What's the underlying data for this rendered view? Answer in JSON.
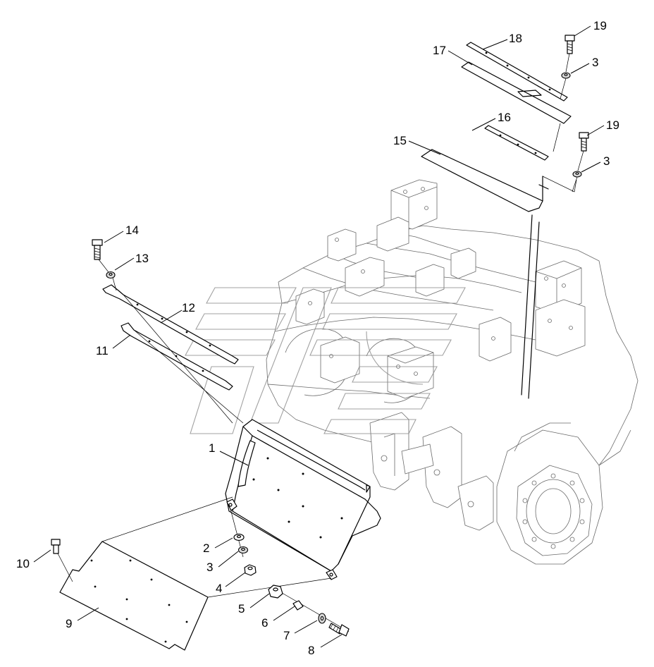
{
  "callouts": [
    {
      "id": "c1",
      "label": "1"
    },
    {
      "id": "c2",
      "label": "2"
    },
    {
      "id": "c3a",
      "label": "3"
    },
    {
      "id": "c3b",
      "label": "3"
    },
    {
      "id": "c3c",
      "label": "3"
    },
    {
      "id": "c4",
      "label": "4"
    },
    {
      "id": "c5",
      "label": "5"
    },
    {
      "id": "c6",
      "label": "6"
    },
    {
      "id": "c7",
      "label": "7"
    },
    {
      "id": "c8",
      "label": "8"
    },
    {
      "id": "c9",
      "label": "9"
    },
    {
      "id": "c10",
      "label": "10"
    },
    {
      "id": "c11",
      "label": "11"
    },
    {
      "id": "c12",
      "label": "12"
    },
    {
      "id": "c13",
      "label": "13"
    },
    {
      "id": "c14",
      "label": "14"
    },
    {
      "id": "c15",
      "label": "15"
    },
    {
      "id": "c16",
      "label": "16"
    },
    {
      "id": "c17",
      "label": "17"
    },
    {
      "id": "c18",
      "label": "18"
    },
    {
      "id": "c19a",
      "label": "19"
    },
    {
      "id": "c19b",
      "label": "19"
    }
  ]
}
